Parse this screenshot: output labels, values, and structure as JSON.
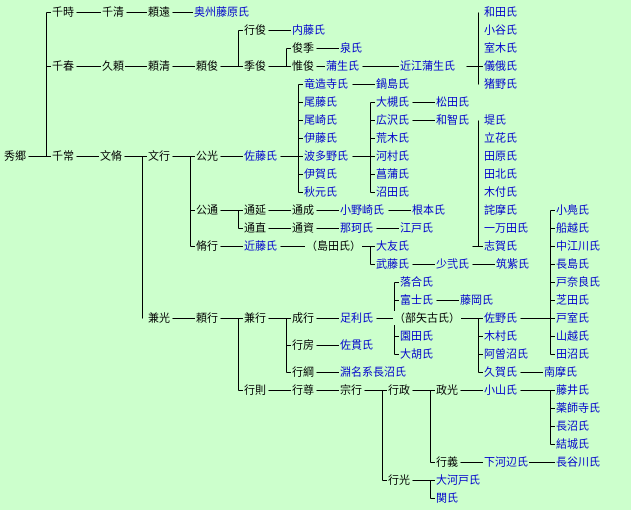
{
  "colors": {
    "background": "#ccffcc",
    "person_text": "#000000",
    "clan_text": "#0000cc",
    "line": "#000000"
  },
  "nodes": [
    {
      "id": "hidesato",
      "label": "秀郷",
      "type": "person"
    },
    {
      "id": "chitoki",
      "label": "千時",
      "type": "person"
    },
    {
      "id": "chiharu",
      "label": "千春",
      "type": "person"
    },
    {
      "id": "chitsune",
      "label": "千常",
      "type": "person"
    },
    {
      "id": "chikiyo",
      "label": "千清",
      "type": "person"
    },
    {
      "id": "yorito",
      "label": "頼遠",
      "type": "person"
    },
    {
      "id": "oshu",
      "label": "奥州藤原氏",
      "type": "clan"
    },
    {
      "id": "hisayori",
      "label": "久頼",
      "type": "person"
    },
    {
      "id": "yorikiyo",
      "label": "頼清",
      "type": "person"
    },
    {
      "id": "yoritoshi",
      "label": "頼俊",
      "type": "person"
    },
    {
      "id": "yukitoshi",
      "label": "行俊",
      "type": "person"
    },
    {
      "id": "naito",
      "label": "内藤氏",
      "type": "clan"
    },
    {
      "id": "suetoshi",
      "label": "季俊",
      "type": "person"
    },
    {
      "id": "toshisue",
      "label": "俊季",
      "type": "person"
    },
    {
      "id": "izumi",
      "label": "泉氏",
      "type": "clan"
    },
    {
      "id": "koretoshi",
      "label": "惟俊",
      "type": "person"
    },
    {
      "id": "gamo",
      "label": "蒲生氏",
      "type": "clan"
    },
    {
      "id": "omigamo",
      "label": "近江蒲生氏",
      "type": "clan"
    },
    {
      "id": "wada",
      "label": "和田氏",
      "type": "clan"
    },
    {
      "id": "otani",
      "label": "小谷氏",
      "type": "clan"
    },
    {
      "id": "muroki",
      "label": "室木氏",
      "type": "clan"
    },
    {
      "id": "gishi",
      "label": "儀俄氏",
      "type": "clan"
    },
    {
      "id": "inokuma",
      "label": "猪野氏",
      "type": "clan"
    },
    {
      "id": "bunshu",
      "label": "文脩",
      "type": "person"
    },
    {
      "id": "bunko",
      "label": "文行",
      "type": "person"
    },
    {
      "id": "kimimitsu",
      "label": "公光",
      "type": "person"
    },
    {
      "id": "sato",
      "label": "佐藤氏",
      "type": "clan"
    },
    {
      "id": "ryuzoji",
      "label": "竜造寺氏",
      "type": "clan"
    },
    {
      "id": "bitou",
      "label": "尾藤氏",
      "type": "clan"
    },
    {
      "id": "ozaki",
      "label": "尾崎氏",
      "type": "clan"
    },
    {
      "id": "ito",
      "label": "伊藤氏",
      "type": "clan"
    },
    {
      "id": "hatano",
      "label": "波多野氏",
      "type": "clan"
    },
    {
      "id": "iga",
      "label": "伊賀氏",
      "type": "clan"
    },
    {
      "id": "akimoto",
      "label": "秋元氏",
      "type": "clan"
    },
    {
      "id": "nabeshima",
      "label": "鍋島氏",
      "type": "clan"
    },
    {
      "id": "osoda",
      "label": "大槻氏",
      "type": "clan"
    },
    {
      "id": "matsuda",
      "label": "松田氏",
      "type": "clan"
    },
    {
      "id": "hirosawa",
      "label": "広沢氏",
      "type": "clan"
    },
    {
      "id": "wachi",
      "label": "和智氏",
      "type": "clan"
    },
    {
      "id": "araki",
      "label": "荒木氏",
      "type": "clan"
    },
    {
      "id": "kawamura",
      "label": "河村氏",
      "type": "clan"
    },
    {
      "id": "kikuzawa",
      "label": "菖蒲氏",
      "type": "clan"
    },
    {
      "id": "numata",
      "label": "沼田氏",
      "type": "clan"
    },
    {
      "id": "tsutsumi",
      "label": "堤氏",
      "type": "clan"
    },
    {
      "id": "tachibana",
      "label": "立花氏",
      "type": "clan"
    },
    {
      "id": "tahara",
      "label": "田原氏",
      "type": "clan"
    },
    {
      "id": "takita",
      "label": "田北氏",
      "type": "clan"
    },
    {
      "id": "kitsuki",
      "label": "木付氏",
      "type": "clan"
    },
    {
      "id": "takuma",
      "label": "詫摩氏",
      "type": "clan"
    },
    {
      "id": "mita",
      "label": "一万田氏",
      "type": "clan"
    },
    {
      "id": "shiga",
      "label": "志賀氏",
      "type": "clan"
    },
    {
      "id": "kimimichi",
      "label": "公通",
      "type": "person"
    },
    {
      "id": "michinobu",
      "label": "通延",
      "type": "person"
    },
    {
      "id": "michinari",
      "label": "通成",
      "type": "person"
    },
    {
      "id": "onozaki",
      "label": "小野崎氏",
      "type": "clan"
    },
    {
      "id": "nemoto",
      "label": "根本氏",
      "type": "clan"
    },
    {
      "id": "michinao",
      "label": "通直",
      "type": "person"
    },
    {
      "id": "michisuke",
      "label": "通資",
      "type": "person"
    },
    {
      "id": "nakako",
      "label": "那珂氏",
      "type": "clan"
    },
    {
      "id": "edo",
      "label": "江戸氏",
      "type": "clan"
    },
    {
      "id": "suyuki",
      "label": "脩行",
      "type": "person"
    },
    {
      "id": "kondo",
      "label": "近藤氏",
      "type": "clan"
    },
    {
      "id": "shimada",
      "label": "（島田氏）",
      "type": "person"
    },
    {
      "id": "otomo",
      "label": "大友氏",
      "type": "clan"
    },
    {
      "id": "muto",
      "label": "武藤氏",
      "type": "clan"
    },
    {
      "id": "shoni",
      "label": "少弐氏",
      "type": "clan"
    },
    {
      "id": "chikushi",
      "label": "筑紫氏",
      "type": "clan"
    },
    {
      "id": "omi",
      "label": "小鳧氏",
      "type": "clan"
    },
    {
      "id": "funakoshi",
      "label": "船越氏",
      "type": "clan"
    },
    {
      "id": "nakaegawa",
      "label": "中江川氏",
      "type": "clan"
    },
    {
      "id": "nagashima",
      "label": "長島氏",
      "type": "clan"
    },
    {
      "id": "tonara",
      "label": "戸奈良氏",
      "type": "clan"
    },
    {
      "id": "shiba",
      "label": "芝田氏",
      "type": "clan"
    },
    {
      "id": "tomuro",
      "label": "戸室氏",
      "type": "clan"
    },
    {
      "id": "yamakoshi",
      "label": "山越氏",
      "type": "clan"
    },
    {
      "id": "tanuma",
      "label": "田沼氏",
      "type": "clan"
    },
    {
      "id": "kanemitsu",
      "label": "兼光",
      "type": "person"
    },
    {
      "id": "yoriyuki",
      "label": "頼行",
      "type": "person"
    },
    {
      "id": "kaneyuki",
      "label": "兼行",
      "type": "person"
    },
    {
      "id": "nariyuki",
      "label": "成行",
      "type": "person"
    },
    {
      "id": "ashikaga",
      "label": "足利氏",
      "type": "clan"
    },
    {
      "id": "yukifusa",
      "label": "行房",
      "type": "person"
    },
    {
      "id": "sanuki",
      "label": "佐貫氏",
      "type": "clan"
    },
    {
      "id": "yukitsuna",
      "label": "行綱",
      "type": "person"
    },
    {
      "id": "naganuma",
      "label": "淵名系長沼氏",
      "type": "clan"
    },
    {
      "id": "ochiai",
      "label": "落合氏",
      "type": "clan"
    },
    {
      "id": "tomiku",
      "label": "富士氏",
      "type": "clan"
    },
    {
      "id": "fujioka",
      "label": "藤岡氏",
      "type": "clan"
    },
    {
      "id": "yaki",
      "label": "（部矢古氏）",
      "type": "person"
    },
    {
      "id": "sano",
      "label": "佐野氏",
      "type": "clan"
    },
    {
      "id": "sonoda",
      "label": "園田氏",
      "type": "clan"
    },
    {
      "id": "ogo",
      "label": "大胡氏",
      "type": "clan"
    },
    {
      "id": "kimura",
      "label": "木村氏",
      "type": "clan"
    },
    {
      "id": "aso",
      "label": "阿曽沼氏",
      "type": "clan"
    },
    {
      "id": "kuga",
      "label": "久賀氏",
      "type": "clan"
    },
    {
      "id": "nanma",
      "label": "南摩氏",
      "type": "clan"
    },
    {
      "id": "yukinori",
      "label": "行則",
      "type": "person"
    },
    {
      "id": "yukitaka",
      "label": "行尊",
      "type": "person"
    },
    {
      "id": "muneyuki",
      "label": "宗行",
      "type": "person"
    },
    {
      "id": "yukimasa",
      "label": "行政",
      "type": "person"
    },
    {
      "id": "masamitsu",
      "label": "政光",
      "type": "person"
    },
    {
      "id": "oyama",
      "label": "小山氏",
      "type": "clan"
    },
    {
      "id": "fujii",
      "label": "藤井氏",
      "type": "clan"
    },
    {
      "id": "yakushiji",
      "label": "薬師寺氏",
      "type": "clan"
    },
    {
      "id": "naganuma2",
      "label": "長沼氏",
      "type": "clan"
    },
    {
      "id": "yuki",
      "label": "結城氏",
      "type": "clan"
    },
    {
      "id": "yukiyoshi",
      "label": "行義",
      "type": "person"
    },
    {
      "id": "shimokobe",
      "label": "下河辺氏",
      "type": "clan"
    },
    {
      "id": "hasegawa",
      "label": "長谷川氏",
      "type": "clan"
    },
    {
      "id": "yukimitsu",
      "label": "行光",
      "type": "person"
    },
    {
      "id": "ogawado",
      "label": "大河戸氏",
      "type": "clan"
    },
    {
      "id": "seki",
      "label": "関氏",
      "type": "clan"
    }
  ]
}
